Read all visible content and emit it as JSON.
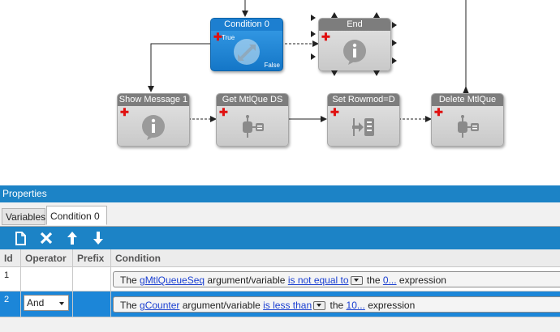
{
  "canvas": {
    "nodes": {
      "condition": {
        "title": "Condition 0",
        "true_label": "True",
        "false_label": "False"
      },
      "end": {
        "title": "End"
      },
      "show_message": {
        "title": "Show Message 1"
      },
      "get_ds": {
        "title": "Get MtlQue DS"
      },
      "set_rowmod": {
        "title": "Set Rowmod=D"
      },
      "delete": {
        "title": "Delete MtlQue"
      }
    }
  },
  "properties": {
    "title": "Properties",
    "tabs": [
      {
        "label": "Variables"
      },
      {
        "label": "Condition 0"
      }
    ],
    "toolbar": {
      "icons": [
        "new-document-icon",
        "delete-x-icon",
        "move-up-icon",
        "move-down-icon"
      ]
    },
    "columns": [
      "Id",
      "Operator",
      "Prefix",
      "Condition"
    ],
    "rows": [
      {
        "id": "1",
        "operator": "",
        "prefix": "",
        "condition": {
          "pre": "The ",
          "variable": "gMtlQueueSeq",
          "mid": " argument/variable ",
          "comparison": "is not equal to",
          "the": " the ",
          "value": "0...",
          "post": " expression"
        }
      },
      {
        "id": "2",
        "operator": "And",
        "prefix": "",
        "condition": {
          "pre": "The ",
          "variable": "gCounter",
          "mid": " argument/variable ",
          "comparison": "is less than",
          "the": " the ",
          "value": "10...",
          "post": " expression"
        }
      }
    ]
  },
  "colors": {
    "accent": "#1c83c6",
    "selected_row": "#1c86d8",
    "node_selected": "#1476c7",
    "node_title": "#7d7d7d",
    "plus": "#e01010",
    "link": "#1a3fd1"
  }
}
